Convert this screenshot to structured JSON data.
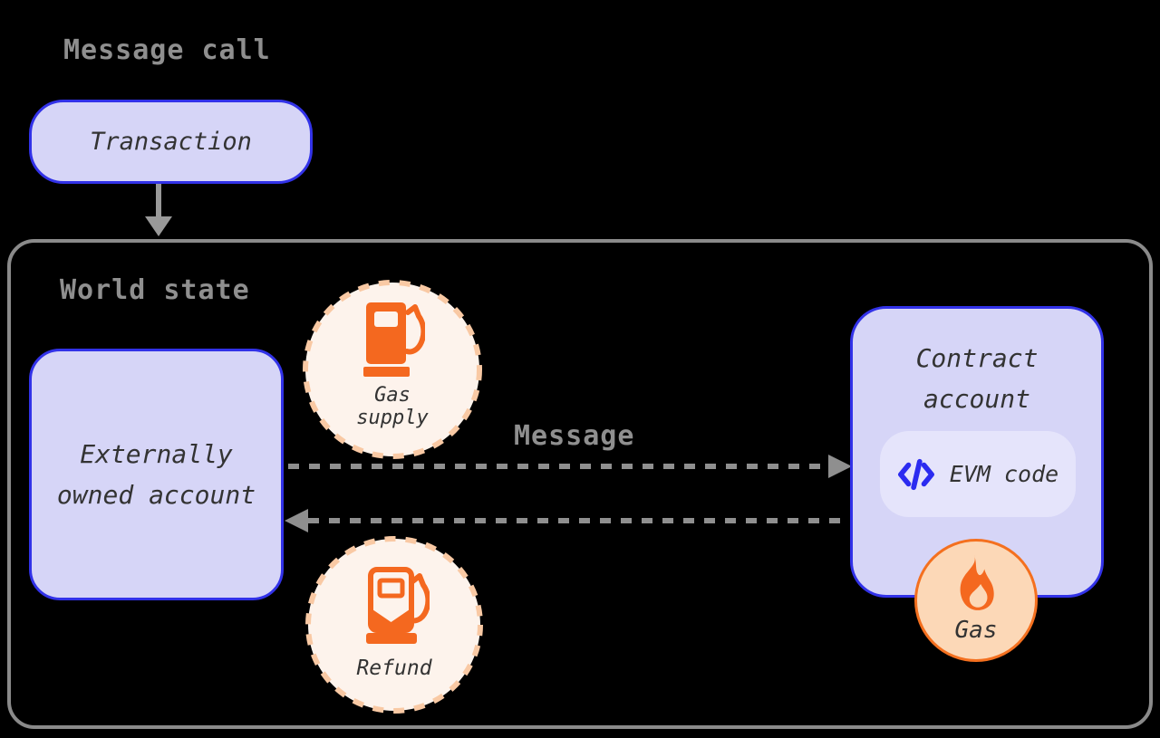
{
  "header": {
    "title": "Message call"
  },
  "transaction": {
    "label": "Transaction"
  },
  "world_state": {
    "title": "World state"
  },
  "eoa": {
    "line1": "Externally",
    "line2": "owned account"
  },
  "gas_supply": {
    "line1": "Gas",
    "line2": "supply",
    "icon": "gas-pump-icon"
  },
  "refund": {
    "label": "Refund",
    "icon": "gas-pump-outline-icon"
  },
  "message": {
    "label": "Message"
  },
  "contract": {
    "line1": "Contract",
    "line2": "account"
  },
  "evm": {
    "label": "EVM code",
    "icon": "code-icon"
  },
  "gas": {
    "label": "Gas",
    "icon": "flame-icon"
  },
  "colors": {
    "background": "#000000",
    "lavender_fill": "#d6d5f7",
    "lavender_light": "#e5e4fb",
    "blue_border": "#3232e8",
    "grey_text": "#8f8f8f",
    "grey_border": "#8a8a8a",
    "arrow_grey": "#999999",
    "orange": "#f4681f",
    "peach_fill": "#fcd8b7",
    "peach_dash": "#f9c9a4",
    "cream_fill": "#fdf3ec",
    "dark_text": "#333333"
  }
}
